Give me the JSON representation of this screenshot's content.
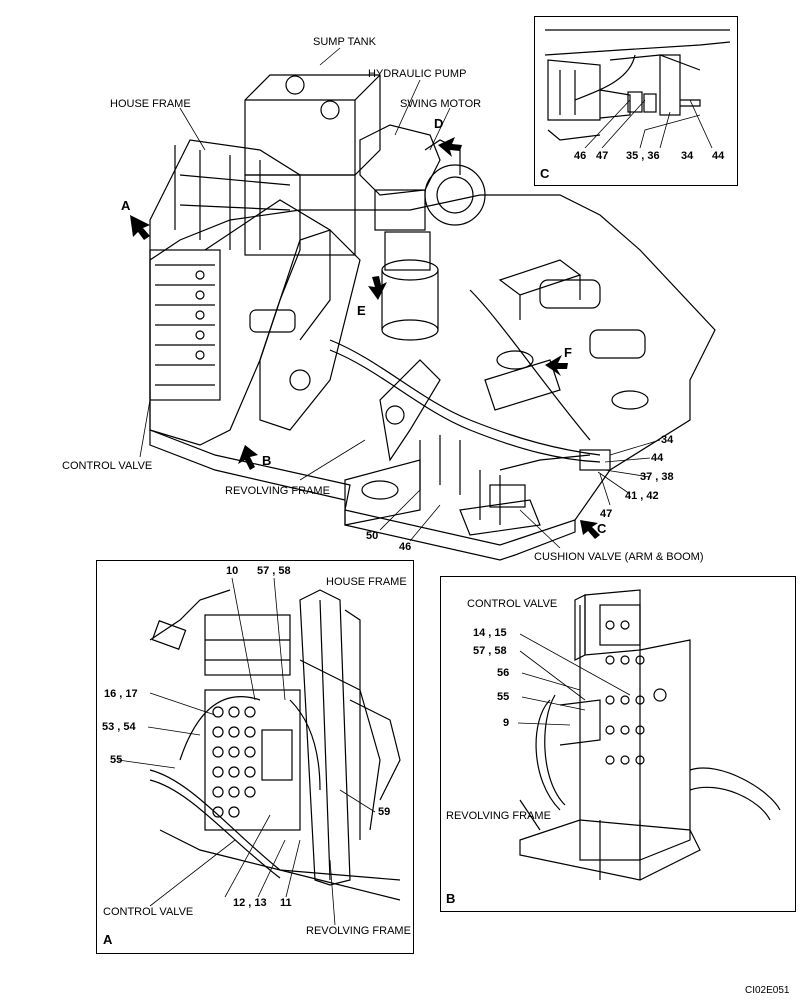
{
  "main_view": {
    "labels": {
      "sump_tank": "SUMP TANK",
      "hydraulic_pump": "HYDRAULIC PUMP",
      "house_frame": "HOUSE FRAME",
      "swing_motor": "SWING MOTOR",
      "control_valve": "CONTROL VALVE",
      "revolving_frame": "REVOLVING FRAME",
      "cushion_valve": "CUSHION VALVE (ARM & BOOM)"
    },
    "view_markers": {
      "a": "A",
      "b": "B",
      "c": "C",
      "d": "D",
      "e": "E",
      "f": "F"
    },
    "callouts": {
      "n34": "34",
      "n44": "44",
      "n37_38": "37 , 38",
      "n41_42": "41 , 42",
      "n47": "47",
      "n50": "50",
      "n46": "46"
    }
  },
  "detail_c": {
    "caption": "C",
    "callouts": {
      "n46": "46",
      "n47": "47",
      "n35_36": "35 , 36",
      "n34": "34",
      "n44": "44"
    }
  },
  "detail_a": {
    "caption": "A",
    "labels": {
      "house_frame": "HOUSE FRAME",
      "control_valve": "CONTROL VALVE",
      "revolving_frame": "REVOLVING FRAME"
    },
    "callouts": {
      "n10": "10",
      "n57_58": "57 , 58",
      "n16_17": "16 , 17",
      "n53_54": "53 , 54",
      "n55": "55",
      "n59": "59",
      "n12_13": "12 , 13",
      "n11": "11"
    }
  },
  "detail_b": {
    "caption": "B",
    "labels": {
      "control_valve": "CONTROL VALVE",
      "revolving_frame": "REVOLVING FRAME"
    },
    "callouts": {
      "n14_15": "14 , 15",
      "n57_58": "57 , 58",
      "n56": "56",
      "n55": "55",
      "n9": "9"
    }
  },
  "figure_code": "CI02E051"
}
